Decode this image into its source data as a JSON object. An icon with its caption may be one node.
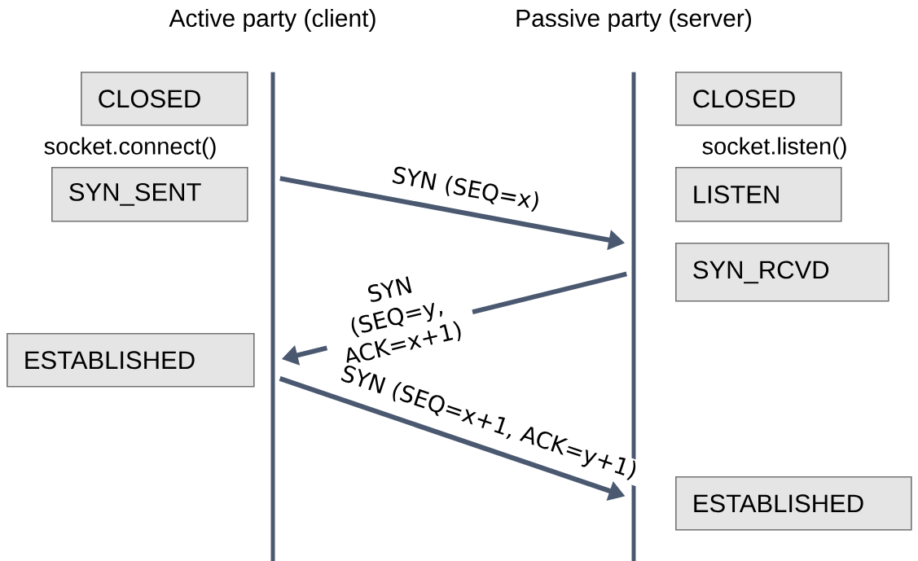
{
  "diagram": {
    "nodes": [
      {
        "text": [
          "Active party (client)"
        ]
      },
      {
        "text": [
          "Passive party (server)"
        ]
      },
      {
        "text": [
          "CLOSED"
        ]
      },
      {
        "text": [
          "SYN_SENT"
        ]
      },
      {
        "text": [
          "ESTABLISHED"
        ]
      },
      {
        "text": [
          "CLOSED"
        ]
      },
      {
        "text": [
          "LISTEN"
        ]
      },
      {
        "text": [
          "SYN_RCVD"
        ]
      },
      {
        "text": [
          "ESTABLISHED"
        ]
      }
    ],
    "edges": [
      {
        "from": 0,
        "to": 1,
        "arrow": "to",
        "label": "SYN (SEQ=x)"
      },
      {
        "from": 1,
        "to": 0,
        "arrow": "to",
        "label": "SYN (SEQ=y, ACK=x+1)"
      },
      {
        "from": 0,
        "to": 1,
        "arrow": "to",
        "label": "SYN (SEQ=x+1, ACK=y+1)"
      }
    ],
    "labels": [
      "socket.connect()",
      "socket.listen()"
    ]
  }
}
